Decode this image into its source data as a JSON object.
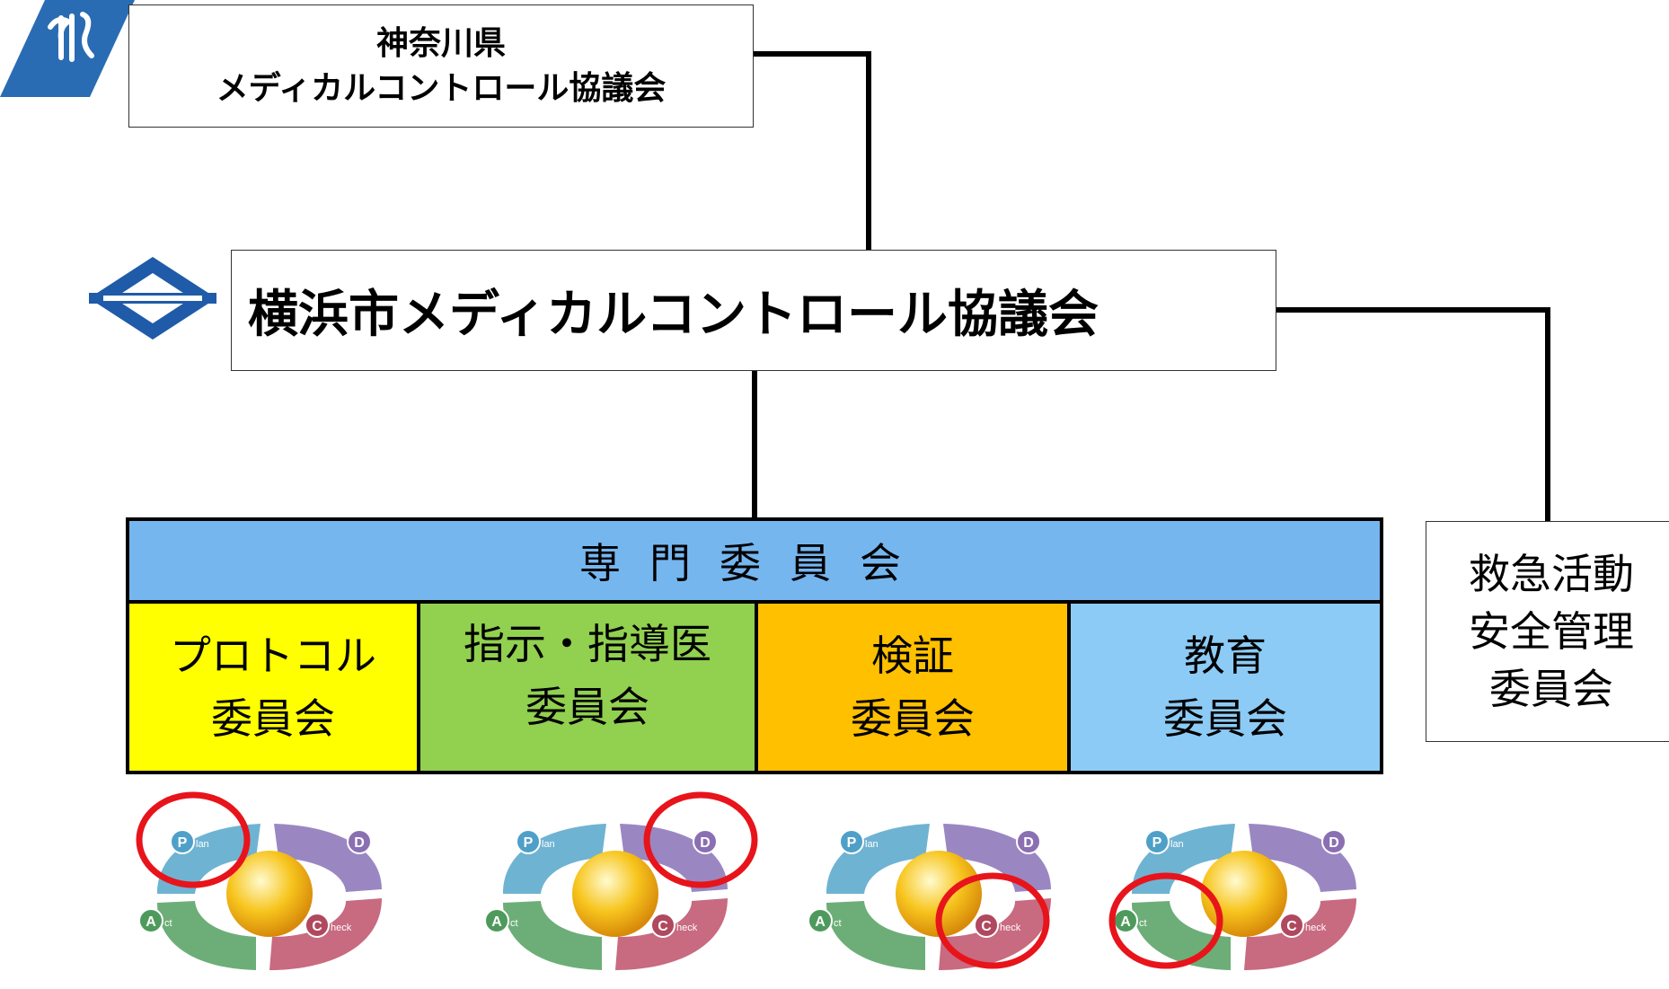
{
  "kanagawa": {
    "line1": "神奈川県",
    "line2": "メディカルコントロール協議会"
  },
  "yokohama": {
    "title": "横浜市メディカルコントロール協議会"
  },
  "committee": {
    "header": "専門委員会",
    "cells": [
      {
        "line1": "プロトコル",
        "line2": "委員会"
      },
      {
        "line1": "指示・指導医",
        "line2": "委員会"
      },
      {
        "line1": "検証",
        "line2": "委員会"
      },
      {
        "line1": "教育",
        "line2": "委員会"
      }
    ]
  },
  "safety": {
    "line1": "救急活動",
    "line2": "安全管理",
    "line3": "委員会"
  },
  "pdca": {
    "plan": "Plan",
    "do": "Do",
    "check": "Check",
    "act": "Act",
    "highlights": [
      "Plan",
      "Do",
      "Check",
      "Act"
    ]
  },
  "colors": {
    "header": "#76b6ef",
    "protocol": "#ffff00",
    "instruction": "#92d050",
    "verification": "#ffc000",
    "education": "#8ccbf5",
    "highlight": "#e8141b"
  }
}
